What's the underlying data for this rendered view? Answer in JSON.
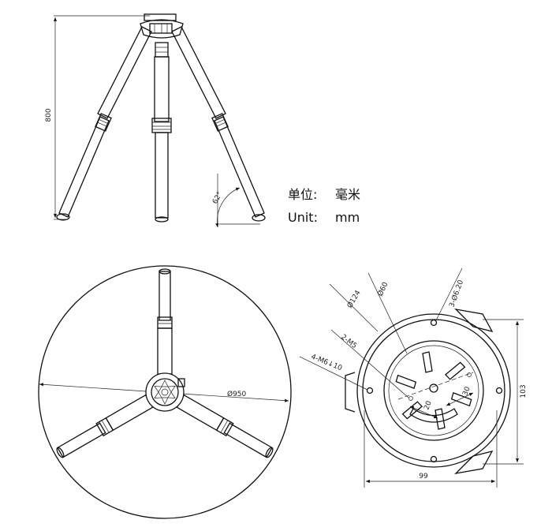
{
  "side_view": {
    "height_dim": "800",
    "angle_dim": "62°"
  },
  "units": {
    "label_cn": "单位:",
    "value_cn": "毫米",
    "label_en": "Unit:",
    "value_en": "mm"
  },
  "top_view": {
    "diameter_dim": "Ø950"
  },
  "head_detail": {
    "dim_60": "Ø60",
    "dim_124": "Ø124",
    "dim_holes_62": "3-Ø6.20",
    "dim_m5": "2-M5",
    "dim_m6": "4-M6↓10",
    "dim_20": "20",
    "dim_30": "30",
    "dim_103": "103",
    "dim_99": "99"
  }
}
